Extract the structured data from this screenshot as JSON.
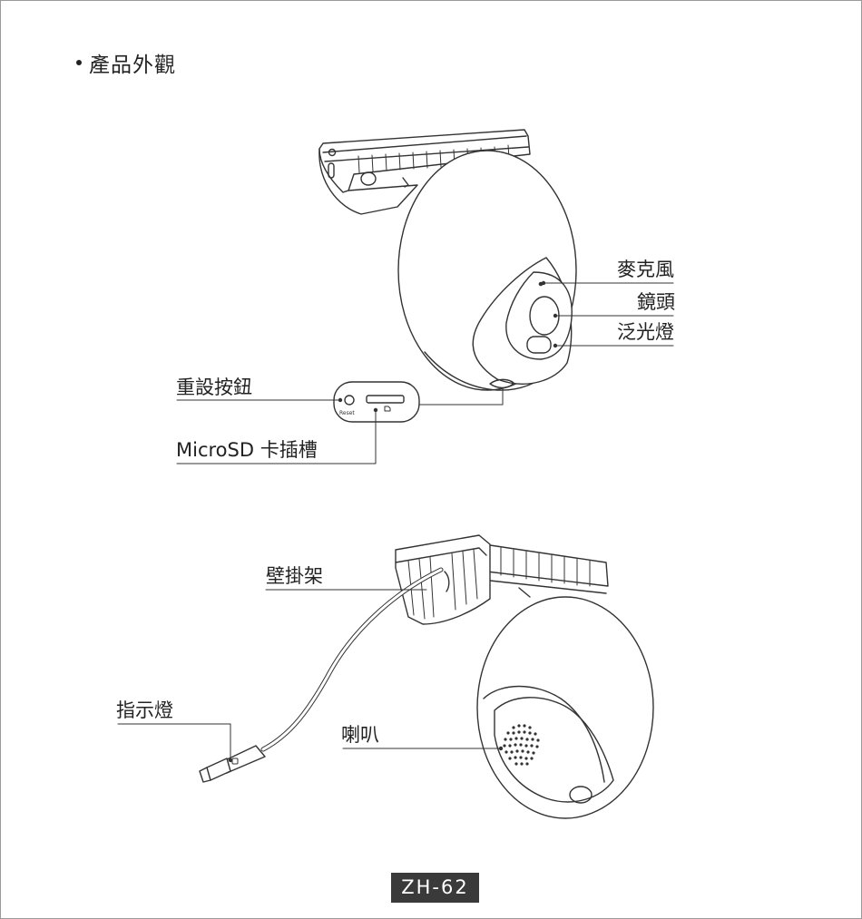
{
  "section": {
    "bullet": "•",
    "title": "產品外觀"
  },
  "labels": {
    "microphone": "麥克風",
    "lens": "鏡頭",
    "floodlight": "泛光燈",
    "reset_button": "重設按鈕",
    "microsd_slot": "MicroSD 卡插槽",
    "reset_small": "Reset",
    "wall_mount": "壁掛架",
    "indicator": "指示燈",
    "speaker": "喇叭"
  },
  "page_number": "ZH-62"
}
